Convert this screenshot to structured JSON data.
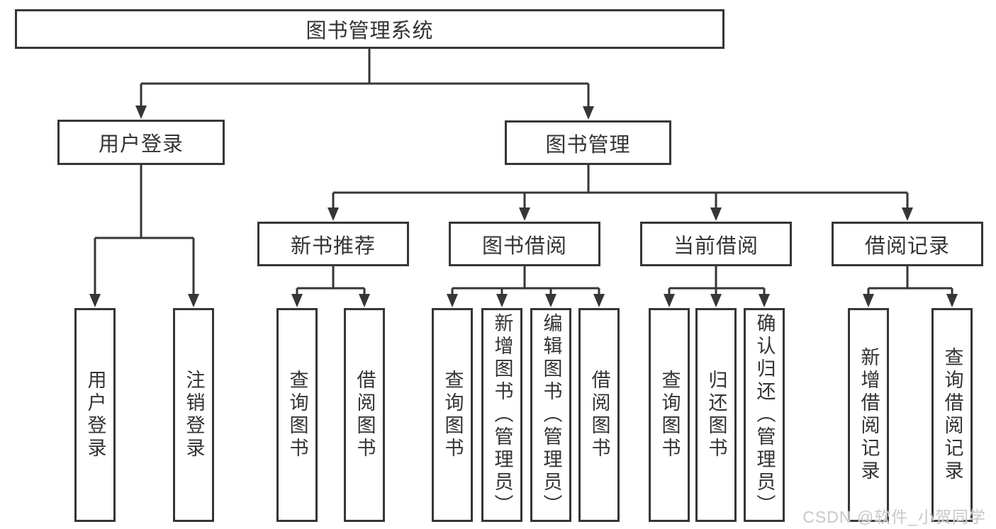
{
  "tree": {
    "root": {
      "label": "图书管理系统"
    },
    "branches": [
      {
        "label": "用户登录",
        "children": [
          {
            "label": "用户登录"
          },
          {
            "label": "注销登录"
          }
        ]
      },
      {
        "label": "图书管理",
        "children": [
          {
            "label": "新书推荐",
            "children": [
              {
                "label": "查询图书"
              },
              {
                "label": "借阅图书"
              }
            ]
          },
          {
            "label": "图书借阅",
            "children": [
              {
                "label": "查询图书"
              },
              {
                "label": "新增图书（管理员）"
              },
              {
                "label": "编辑图书（管理员）"
              },
              {
                "label": "借阅图书"
              }
            ]
          },
          {
            "label": "当前借阅",
            "children": [
              {
                "label": "查询图书"
              },
              {
                "label": "归还图书"
              },
              {
                "label": "确认归还（管理员）"
              }
            ]
          },
          {
            "label": "借阅记录",
            "children": [
              {
                "label": "新增借阅记录"
              },
              {
                "label": "查询借阅记录"
              }
            ]
          }
        ]
      }
    ]
  },
  "watermark": {
    "text": "CSDN @软件_小贺同学"
  },
  "colors": {
    "line": "#363636",
    "text": "#333333",
    "background": "#ffffff",
    "watermark": "#c8c8c8"
  }
}
